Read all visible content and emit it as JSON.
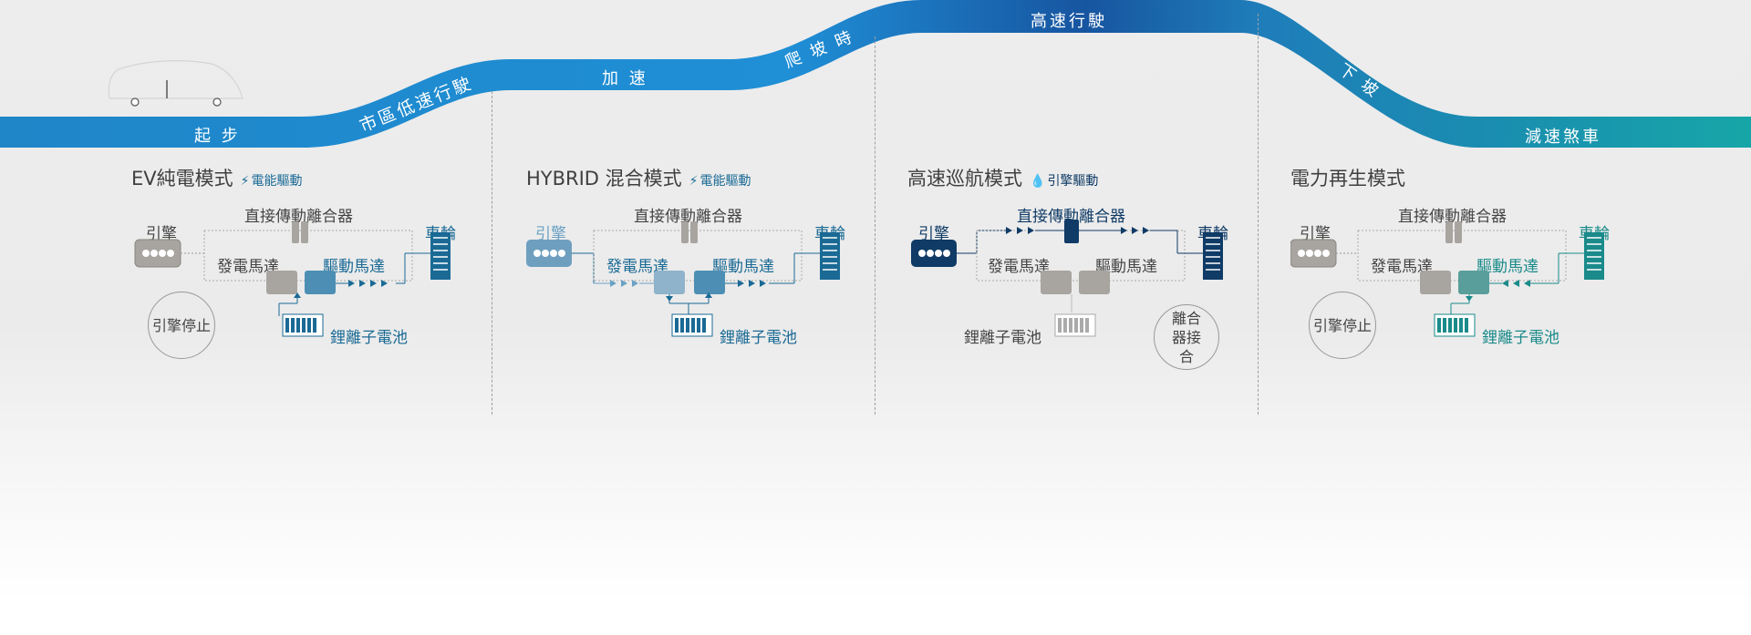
{
  "colors": {
    "road_blue": "#1f86c8",
    "road_dark": "#165fa3",
    "road_teal": "#17a3a8",
    "blue": "#1a6a95",
    "navy": "#0f3b66",
    "teal": "#1a8a8a",
    "grey": "#a8a4a0"
  },
  "stages": {
    "start": "起 步",
    "city": "市區低速行駛",
    "accelerate": "加 速",
    "climb": "爬 坡 時",
    "highway": "高速行駛",
    "downhill": "下 坡",
    "braking": "減速煞車"
  },
  "modes": [
    {
      "title": "EV純電模式",
      "drive": "電能驅動",
      "drive_icon": "lightning-icon",
      "clutch": "直接傳動離合器",
      "engine": "引擎",
      "generator": "發電馬達",
      "drive_motor": "驅動馬達",
      "wheel": "車輪",
      "battery": "鋰離子電池",
      "circle": "引擎停止"
    },
    {
      "title": "HYBRID 混合模式",
      "drive": "電能驅動",
      "drive_icon": "lightning-icon",
      "clutch": "直接傳動離合器",
      "engine": "引擎",
      "generator": "發電馬達",
      "drive_motor": "驅動馬達",
      "wheel": "車輪",
      "battery": "鋰離子電池"
    },
    {
      "title": "高速巡航模式",
      "drive": "引擎驅動",
      "drive_icon": "fuel-drop-icon",
      "clutch": "直接傳動離合器",
      "engine": "引擎",
      "generator": "發電馬達",
      "drive_motor": "驅動馬達",
      "wheel": "車輪",
      "battery": "鋰離子電池",
      "circle": "離合器接合"
    },
    {
      "title": "電力再生模式",
      "clutch": "直接傳動離合器",
      "engine": "引擎",
      "generator": "發電馬達",
      "drive_motor": "驅動馬達",
      "wheel": "車輪",
      "battery": "鋰離子電池",
      "circle": "引擎停止"
    }
  ]
}
